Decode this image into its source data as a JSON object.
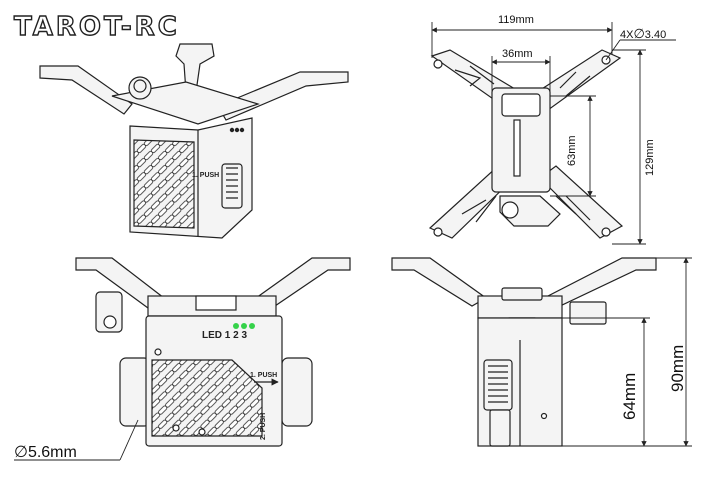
{
  "brand": {
    "logo_text": "TAROT-RC"
  },
  "dimensions": {
    "width_top": "119mm",
    "inner_width": "36mm",
    "holes": "4X",
    "hole_dia": "3.40",
    "height_total": "129mm",
    "inner_height": "63mm",
    "front_dia": "5.6mm",
    "side_height_total": "90mm",
    "side_height_body": "64mm"
  },
  "labels": {
    "led": "LED 1 2 3",
    "push1": "1. PUSH",
    "push2": "2. PUSH"
  },
  "colors": {
    "line": "#222222",
    "body": "#f4f4f4",
    "led_green": "#35d24a"
  }
}
